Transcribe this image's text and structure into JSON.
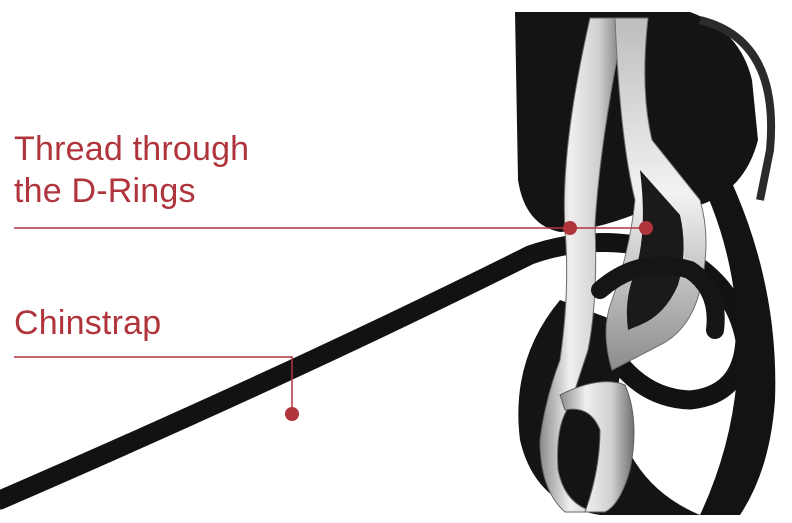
{
  "callouts": {
    "d_rings": {
      "line1": "Thread through",
      "line2": "the D-Rings"
    },
    "chinstrap": {
      "text": "Chinstrap"
    }
  },
  "colors": {
    "accent": "#b0343c",
    "strap": "#141414",
    "metal_light": "#e9e9e9",
    "metal_dark": "#7c7c7c",
    "background": "#ffffff"
  }
}
